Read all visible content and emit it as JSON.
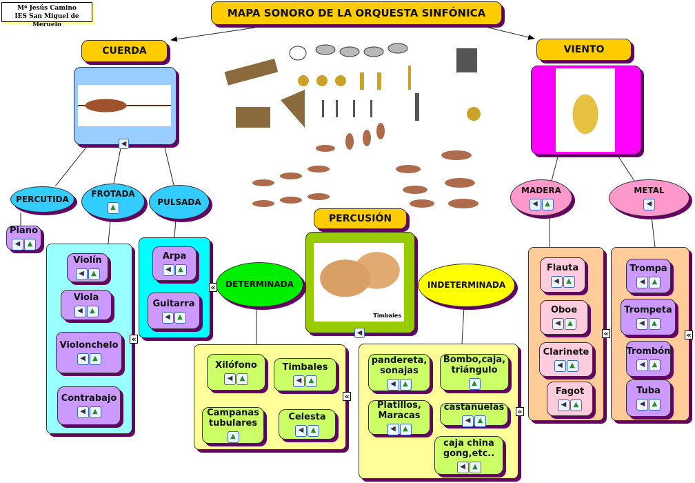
{
  "author": {
    "line1": "Mª Jesús Camino",
    "line2": "IES San Miguel de Meruelo"
  },
  "title": "MAPA SONORO DE LA ORQUESTA SINFÓNICA",
  "colors": {
    "title": "#ffcc00",
    "cuerda_box": "#99ccff",
    "viento_box": "#ff00ff",
    "frotada_group": "#99ffff",
    "pulsada_group": "#00ffff",
    "string_item": "#cc99ff",
    "percusion_box": "#99cc00",
    "determinada": "#00ff00",
    "indeterminada": "#ffff00",
    "perc_group": "#ffff99",
    "perc_item": "#ccff66",
    "madera": "#ff99cc",
    "madera_group": "#ffcc99",
    "madera_item": "#ffccdd",
    "shadow": "#660066"
  },
  "nodes": {
    "cuerda": {
      "label": "CUERDA"
    },
    "viento": {
      "label": "VIENTO"
    },
    "percusion": {
      "label": "PERCUSIÓN"
    },
    "percutida": {
      "label": "PERCUTIDA"
    },
    "frotada": {
      "label": "FROTADA",
      "icons": [
        "image"
      ]
    },
    "pulsada": {
      "label": "PULSADA"
    },
    "piano": {
      "label": "Piano",
      "icons": [
        "speaker",
        "image"
      ]
    },
    "violin": {
      "label": "Violín",
      "icons": [
        "speaker",
        "image"
      ]
    },
    "viola": {
      "label": "Viola",
      "icons": [
        "speaker",
        "image"
      ]
    },
    "violonchelo": {
      "label": "Violonchelo",
      "icons": [
        "speaker",
        "image"
      ]
    },
    "contrabajo": {
      "label": "Contrabajo",
      "icons": [
        "speaker",
        "image"
      ]
    },
    "arpa": {
      "label": "Arpa",
      "icons": [
        "speaker",
        "image"
      ]
    },
    "guitarra": {
      "label": "Guitarra",
      "icons": [
        "speaker",
        "image"
      ]
    },
    "determinada": {
      "label": "DETERMINADA"
    },
    "indeterminada": {
      "label": "INDETERMINADA"
    },
    "xilofono": {
      "label": "Xilófono",
      "icons": [
        "speaker",
        "image"
      ]
    },
    "timbales": {
      "label": "Timbales",
      "icons": [
        "speaker",
        "image"
      ]
    },
    "campanas": {
      "label": "Campanas tubulares",
      "icons": [
        "image"
      ]
    },
    "celesta": {
      "label": "Celesta",
      "icons": [
        "speaker",
        "image"
      ]
    },
    "pandereta": {
      "label": "pandereta, sonajas",
      "icons": [
        "speaker",
        "image"
      ]
    },
    "bombo": {
      "label": "Bombo,caja, triángulo",
      "icons": [
        "image"
      ]
    },
    "platillos": {
      "label": "Platillos, Maracas",
      "icons": [
        "speaker",
        "image"
      ]
    },
    "castanuelas": {
      "label": "castañuelas",
      "icons": [
        "speaker",
        "image"
      ]
    },
    "cajachina": {
      "label": "caja china gong,etc..",
      "icons": [
        "speaker",
        "image"
      ]
    },
    "madera": {
      "label": "MADERA",
      "icons": [
        "speaker",
        "image"
      ]
    },
    "metal": {
      "label": "METAL",
      "icons": [
        "speaker"
      ]
    },
    "flauta": {
      "label": "Flauta",
      "icons": [
        "speaker",
        "image"
      ]
    },
    "oboe": {
      "label": "Oboe",
      "icons": [
        "speaker",
        "image"
      ]
    },
    "clarinete": {
      "label": "Clarinete",
      "icons": [
        "speaker",
        "image"
      ]
    },
    "fagot": {
      "label": "Fagot",
      "icons": [
        "speaker",
        "image"
      ]
    },
    "trompa": {
      "label": "Trompa",
      "icons": [
        "speaker",
        "image"
      ]
    },
    "trompeta": {
      "label": "Trompeta",
      "icons": [
        "speaker",
        "image"
      ]
    },
    "trombon": {
      "label": "Trombón",
      "icons": [
        "speaker",
        "image"
      ]
    },
    "tuba": {
      "label": "Tuba",
      "icons": [
        "speaker",
        "image"
      ]
    }
  },
  "percusion_image_caption": "Timbales",
  "collapse_symbol": "«"
}
